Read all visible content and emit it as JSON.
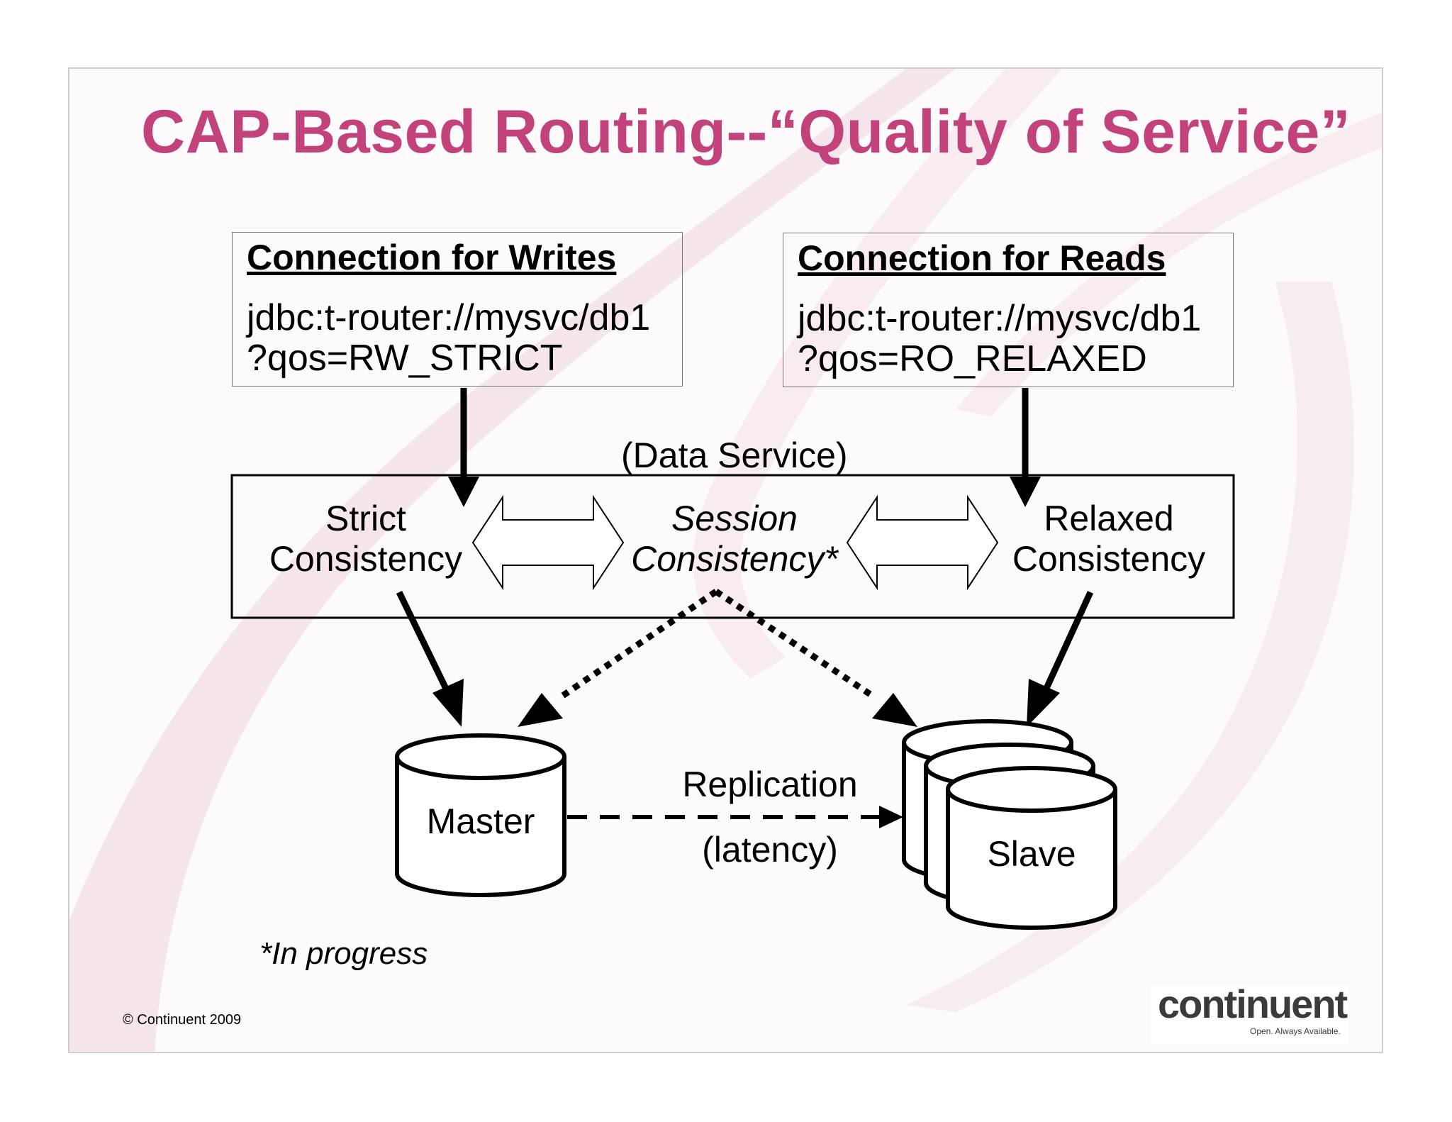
{
  "slide": {
    "title": "CAP-Based Routing--“Quality of Service”",
    "write_connection": {
      "heading": "Connection for Writes",
      "url_line1": "jdbc:t-router://mysvc/db1",
      "url_line2": "?qos=RW_STRICT"
    },
    "read_connection": {
      "heading": "Connection for Reads",
      "url_line1": "jdbc:t-router://mysvc/db1",
      "url_line2": "?qos=RO_RELAXED"
    },
    "data_service": {
      "label": "(Data Service)",
      "strict": [
        "Strict",
        "Consistency"
      ],
      "session": [
        "Session",
        "Consistency*"
      ],
      "relaxed": [
        "Relaxed",
        "Consistency"
      ]
    },
    "master_label": "Master",
    "slave_label": "Slave",
    "replication": [
      "Replication",
      "(latency)"
    ],
    "footnote": "*In progress",
    "copyright": "© Continuent 2009",
    "logo": {
      "text": "continuent",
      "tagline": "Open. Always Available."
    },
    "colors": {
      "title": "#c2427b",
      "background_swoosh": "#f0d6e1"
    }
  }
}
